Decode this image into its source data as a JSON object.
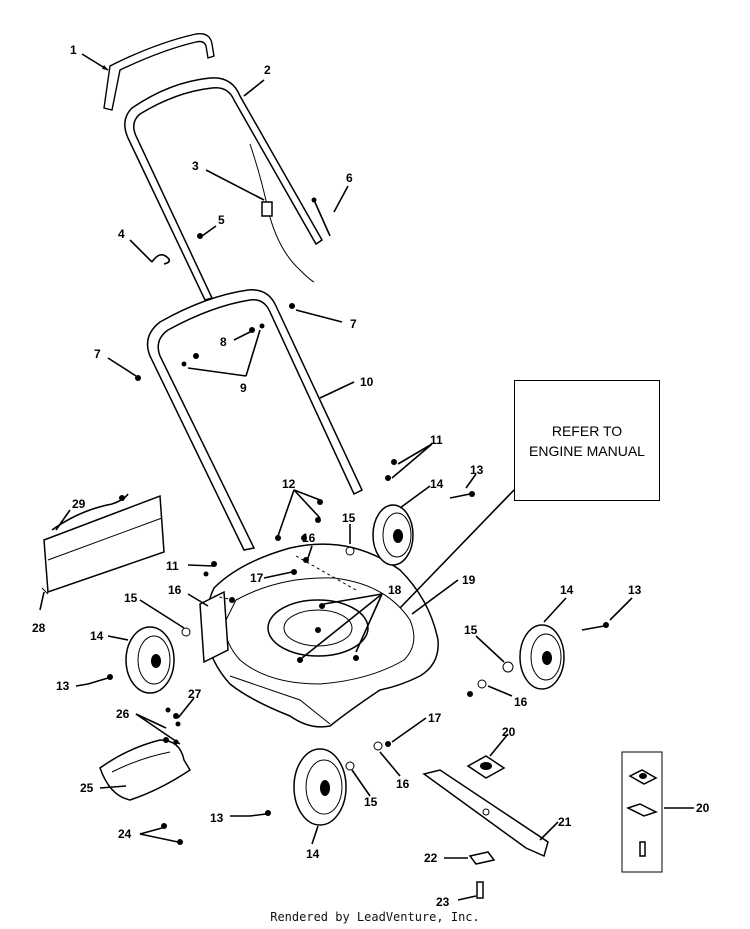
{
  "note": {
    "line1": "REFER TO",
    "line2": "ENGINE MANUAL"
  },
  "footer": "Rendered by LeadVenture, Inc.",
  "callouts": {
    "c1": "1",
    "c2": "2",
    "c3": "3",
    "c4": "4",
    "c5": "5",
    "c6": "6",
    "c7a": "7",
    "c7b": "7",
    "c8": "8",
    "c9": "9",
    "c10": "10",
    "c11a": "11",
    "c11b": "11",
    "c12": "12",
    "c13a": "13",
    "c13b": "13",
    "c13c": "13",
    "c13d": "13",
    "c14a": "14",
    "c14b": "14",
    "c14c": "14",
    "c14d": "14",
    "c15a": "15",
    "c15b": "15",
    "c15c": "15",
    "c15d": "15",
    "c16a": "16",
    "c16b": "16",
    "c16c": "16",
    "c16d": "16",
    "c17a": "17",
    "c17b": "17",
    "c18": "18",
    "c19": "19",
    "c20a": "20",
    "c20b": "20",
    "c21": "21",
    "c22": "22",
    "c23": "23",
    "c24": "24",
    "c25": "25",
    "c26": "26",
    "c27": "27",
    "c28": "28",
    "c29": "29"
  }
}
